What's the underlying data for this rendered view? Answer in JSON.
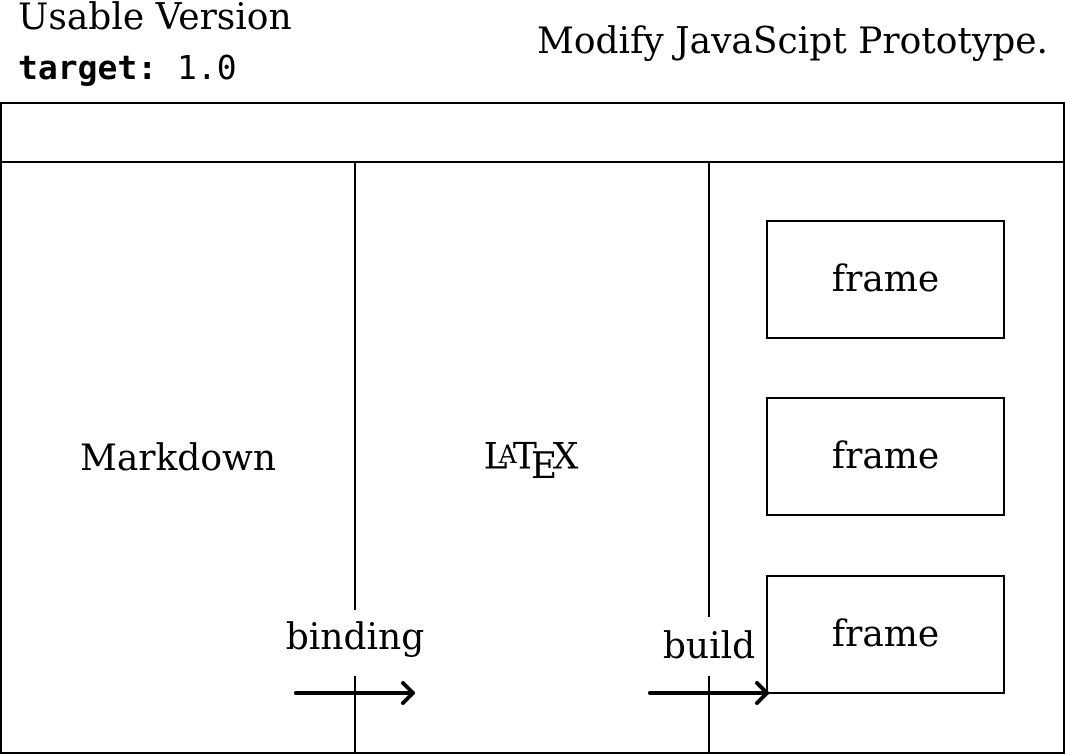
{
  "header": {
    "title": "Usable Version",
    "target_key": "target:",
    "target_value": "1.0",
    "right_text": "Modify JavaScipt Prototype."
  },
  "columns": {
    "markdown": "Markdown",
    "latex": {
      "l": "L",
      "a": "A",
      "t": "T",
      "e": "E",
      "x": "X"
    }
  },
  "frames": [
    "frame",
    "frame",
    "frame"
  ],
  "edges": {
    "binding": "binding",
    "build": "build"
  }
}
